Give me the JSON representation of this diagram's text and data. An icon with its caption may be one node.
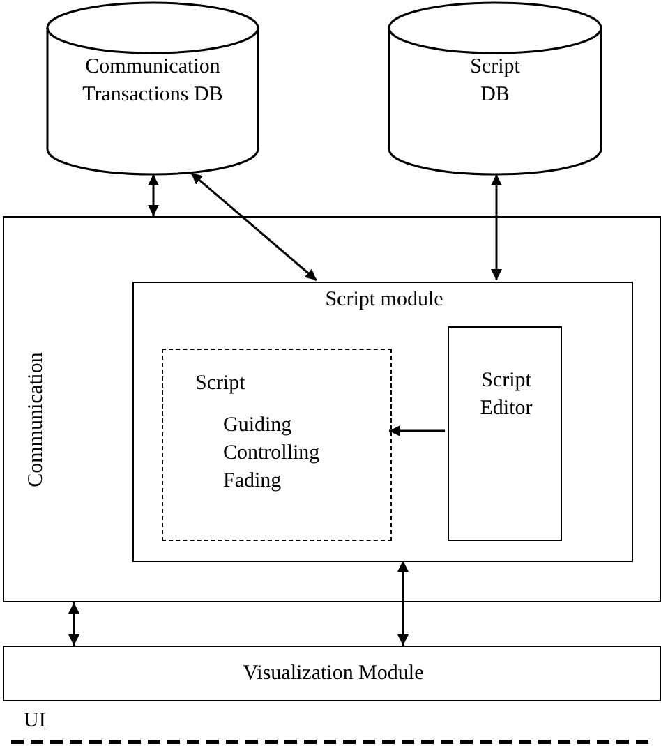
{
  "diagram": {
    "nodes": [
      {
        "text": [
          "Communication Transactions DB"
        ]
      },
      {
        "text": [
          "Script DB"
        ]
      },
      {
        "text": [
          "Communication"
        ]
      },
      {
        "text": [
          "Script module"
        ],
        "in": 2
      },
      {
        "text": [
          "Script",
          "Guiding Controlling Fading"
        ],
        "in": 3
      },
      {
        "text": [
          "Script Editor"
        ],
        "in": 3
      },
      {
        "text": [
          "Visualization Module"
        ]
      }
    ],
    "edges": [
      {
        "from": 0,
        "to": 2,
        "arrow": "both"
      },
      {
        "from": 0,
        "to": 3,
        "arrow": "both"
      },
      {
        "from": 1,
        "to": 3,
        "arrow": "both"
      },
      {
        "from": 5,
        "to": 4,
        "arrow": "to"
      },
      {
        "from": 2,
        "to": 6,
        "arrow": "both"
      },
      {
        "from": 3,
        "to": 6,
        "arrow": "both"
      }
    ],
    "labels": [
      "UI"
    ]
  }
}
